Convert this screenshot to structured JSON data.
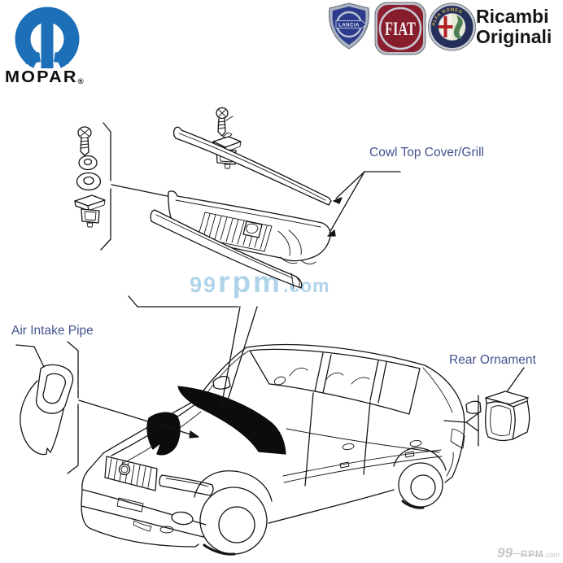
{
  "header": {
    "mopar": {
      "wordmark": "MOPAR",
      "registered": "®",
      "logo_color": "#1d6fb8"
    },
    "badges": {
      "lancia": "LANCIA",
      "fiat": "FIAT",
      "alfa_romeo": "ALFA ROMEO"
    },
    "tagline": {
      "line1": "Ricambi",
      "line2": "Originali"
    }
  },
  "diagram": {
    "labels": {
      "cowl_top_cover": "Cowl Top Cover/Grill",
      "air_intake_pipe": "Air Intake Pipe",
      "rear_ornament": "Rear Ornament"
    },
    "label_color": "#44538f"
  },
  "watermarks": {
    "center": {
      "prefix": "99",
      "brand": "rpm",
      "suffix": ".com",
      "color": "#afd4ea"
    },
    "corner": {
      "prefix": "99",
      "brand": "RPM",
      "suffix": ".com",
      "color": "#c8c8c8"
    }
  }
}
